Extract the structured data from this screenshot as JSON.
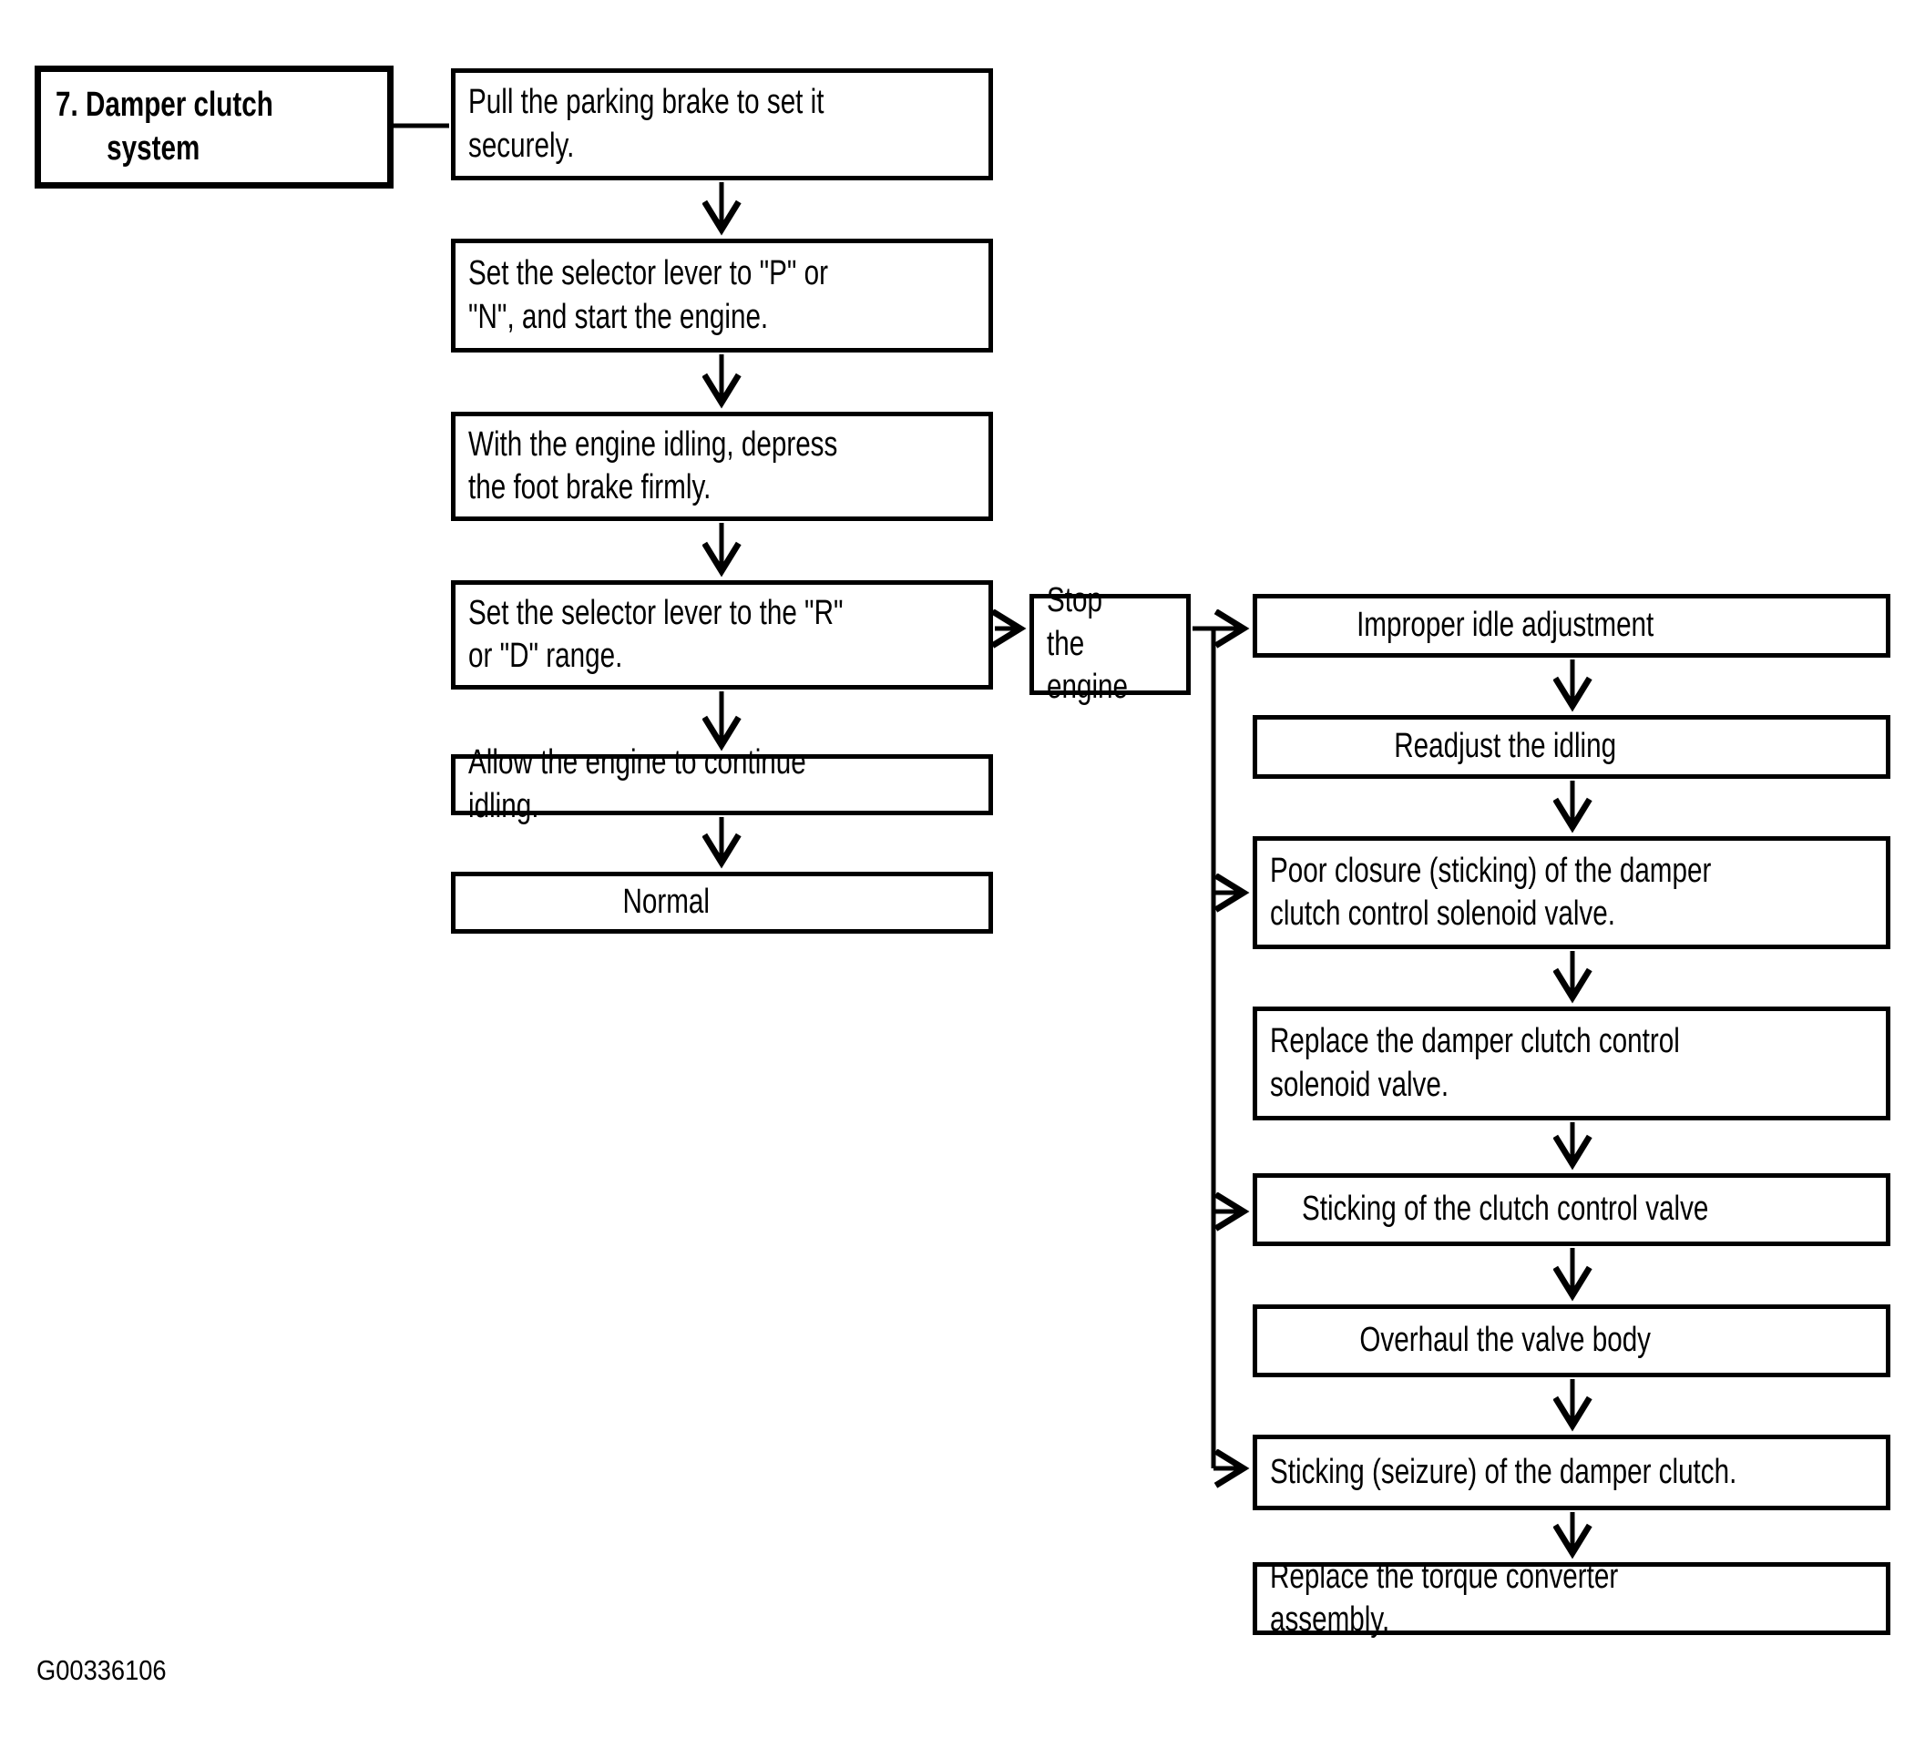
{
  "diagram": {
    "title": "7. Damper clutch system",
    "figure_code": "G00336106",
    "steps": {
      "pull_parking_brake": "Pull the parking brake to set it securely.",
      "set_lever_p_n": "Set the selector lever to \"P\" or \"N\", and start the engine.",
      "engine_idling_foot_brake": "With the engine idling, depress the foot brake firmly.",
      "set_lever_r_d": "Set the selector lever to the \"R\" or \"D\" range.",
      "allow_idling": "Allow the engine to continue idling.",
      "result_normal": "Normal",
      "stop_engine": "Stop the engine"
    },
    "diagnosis": {
      "cause1": "Improper idle adjustment",
      "remedy1": "Readjust the idling",
      "cause2": "Poor closure (sticking) of the damper clutch control solenoid valve.",
      "remedy2": "Replace the damper clutch control solenoid valve.",
      "cause3": "Sticking of the clutch control valve",
      "remedy3": "Overhaul the valve body",
      "cause4": "Sticking (seizure) of the damper clutch.",
      "remedy4": "Replace the torque converter assembly."
    }
  }
}
